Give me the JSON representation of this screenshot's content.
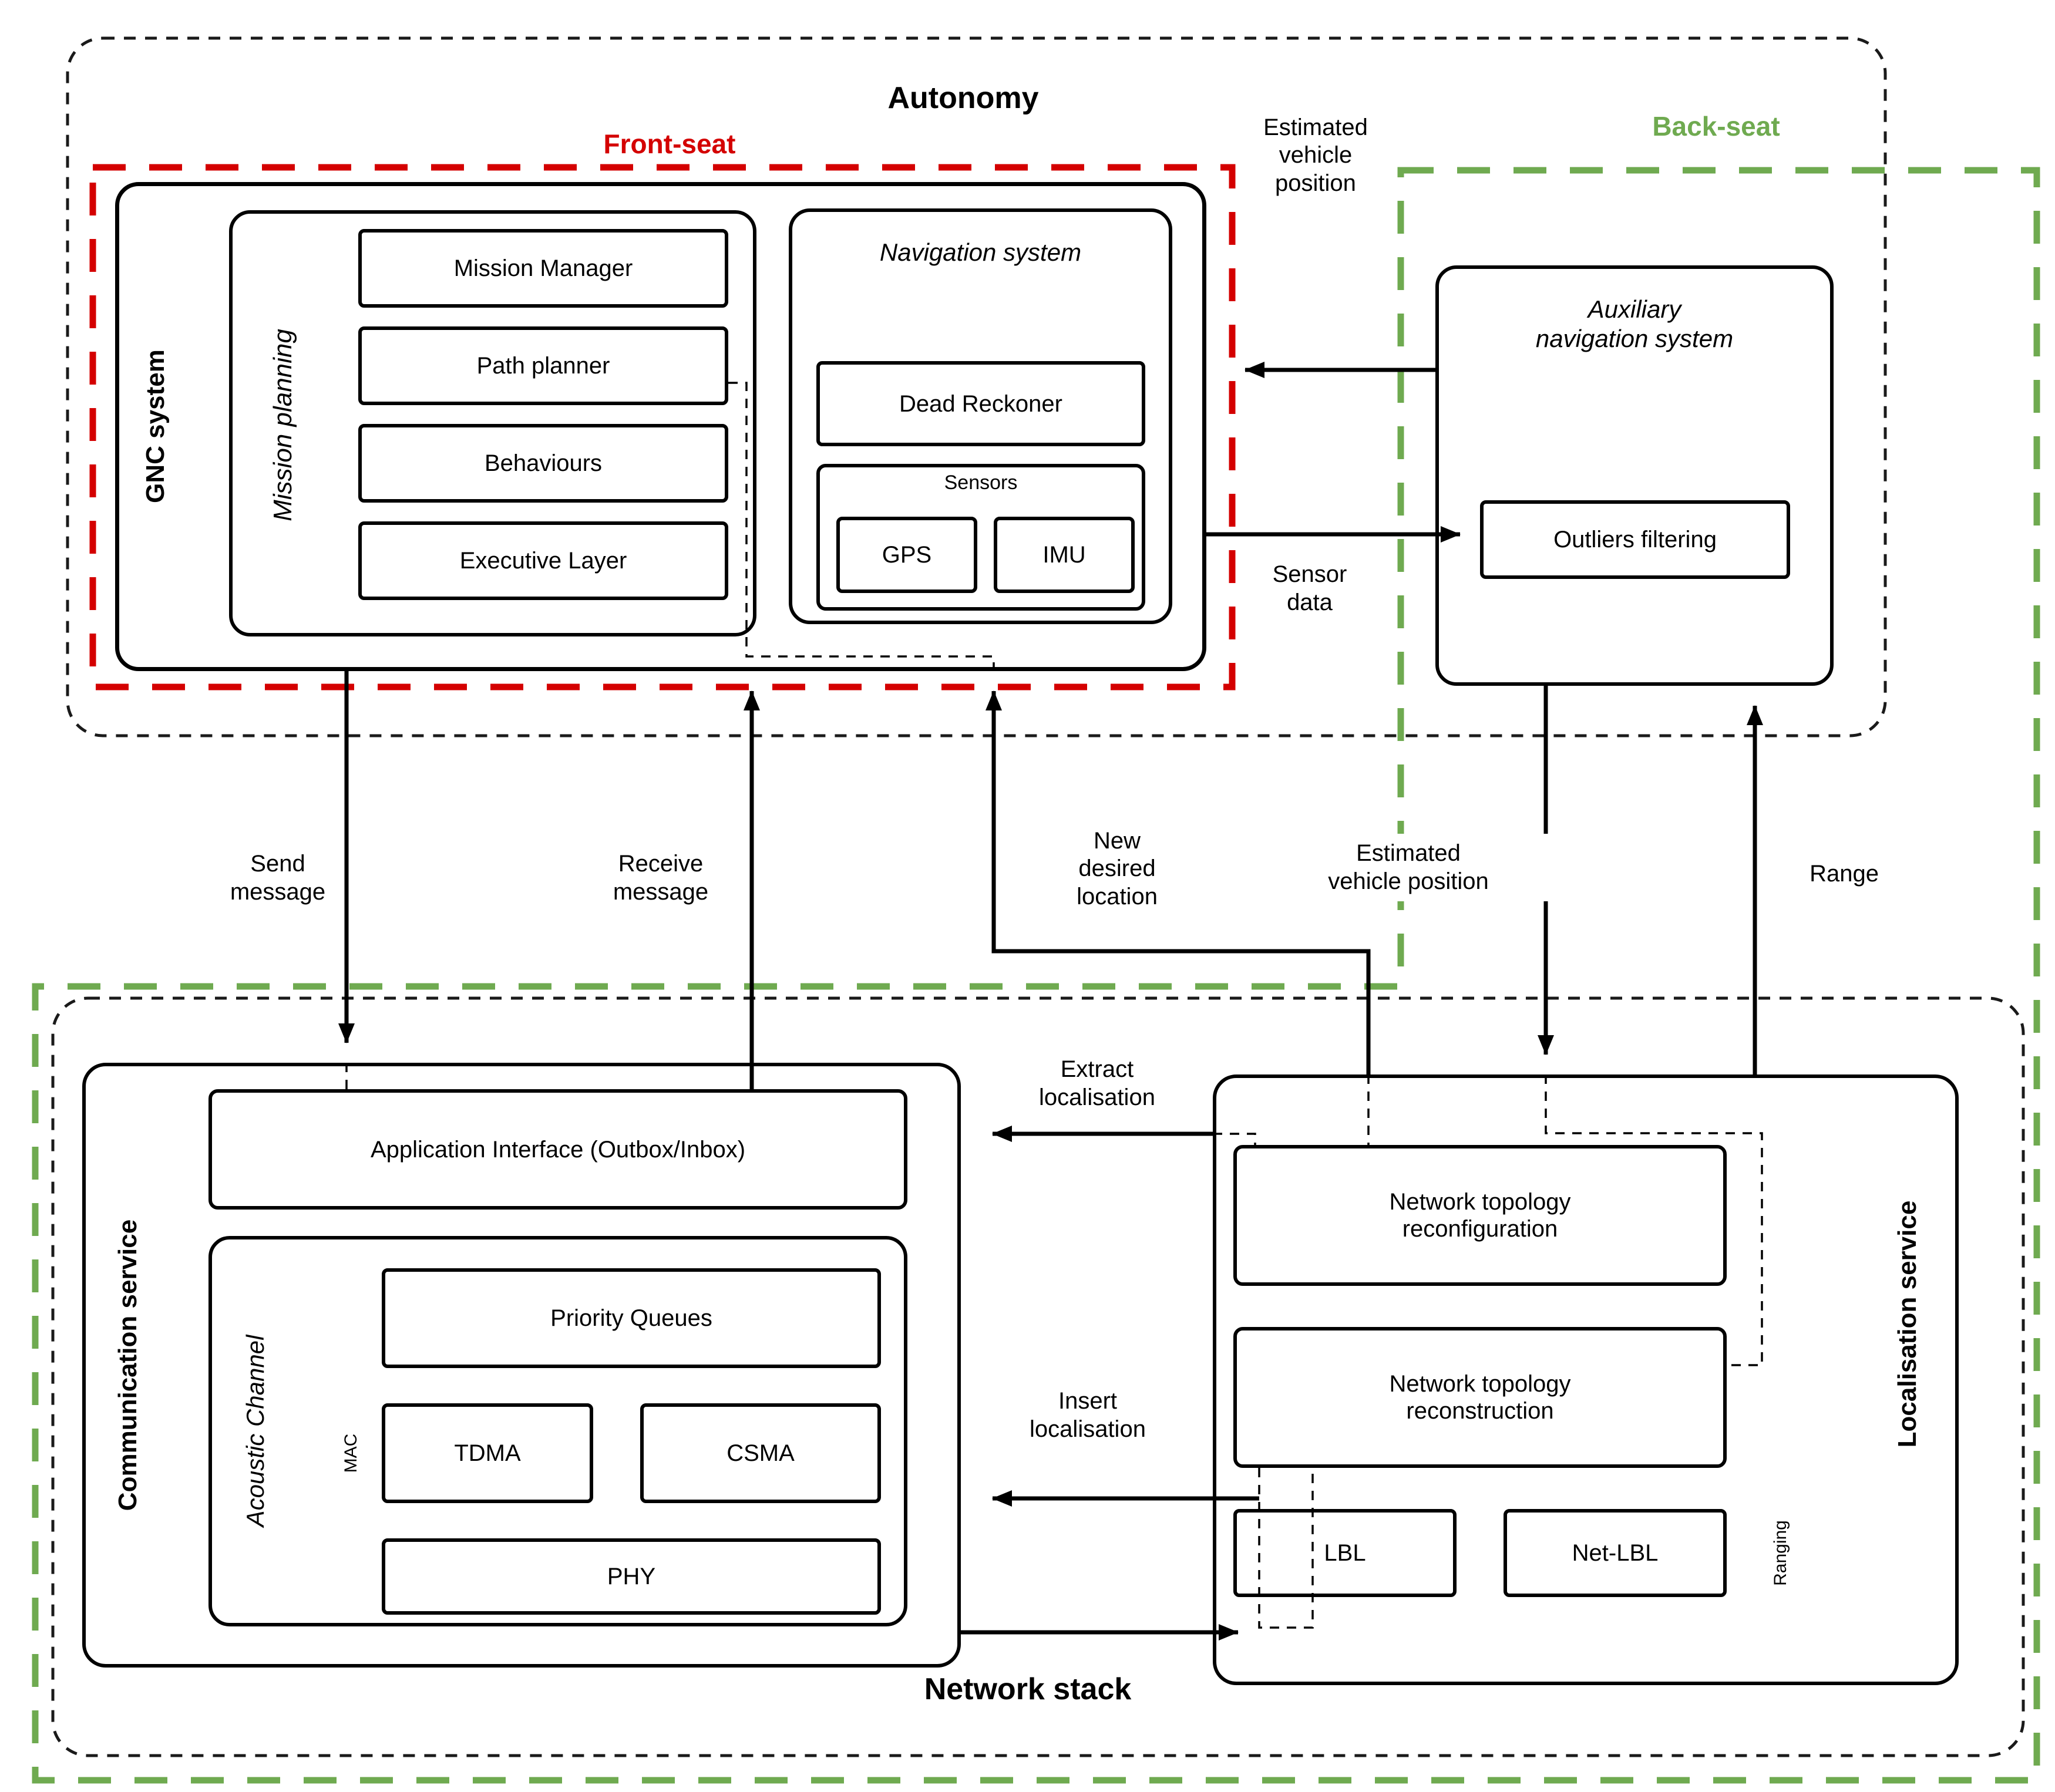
{
  "titles": {
    "autonomy": "Autonomy",
    "network_stack": "Network stack",
    "front_seat": "Front-seat",
    "back_seat": "Back-seat"
  },
  "colors": {
    "front_seat_red": "#d40000",
    "back_seat_green": "#6faa50",
    "line_black": "#000000"
  },
  "gnc": {
    "label": "GNC system",
    "mission_planning": {
      "label": "Mission planning",
      "items": [
        "Mission Manager",
        "Path planner",
        "Behaviours",
        "Executive Layer"
      ]
    }
  },
  "navigation": {
    "title": "Navigation system",
    "dead_reckoner": "Dead Reckoner",
    "sensors_label": "Sensors",
    "sensor_items": [
      "GPS",
      "IMU"
    ]
  },
  "auxiliary": {
    "title": "Auxiliary\nnavigation system",
    "outliers_filtering": "Outliers filtering"
  },
  "communication": {
    "label": "Communication service",
    "app_interface": "Application Interface (Outbox/Inbox)",
    "acoustic_channel": "Acoustic Channel",
    "priority_queues": "Priority Queues",
    "mac": "MAC",
    "tdma": "TDMA",
    "csma": "CSMA",
    "phy": "PHY"
  },
  "localisation": {
    "label": "Localisation service",
    "reconfiguration": "Network topology\nreconfiguration",
    "reconstruction": "Network topology\nreconstruction",
    "lbl": "LBL",
    "net_lbl": "Net-LBL",
    "ranging": "Ranging"
  },
  "connectors": {
    "estimated_vehicle_position_top": "Estimated\nvehicle\nposition",
    "sensor_data": "Sensor\ndata",
    "send_message": "Send\nmessage",
    "receive_message": "Receive\nmessage",
    "new_desired_location": "New\ndesired\nlocation",
    "estimated_vehicle_position_bottom": "Estimated\nvehicle position",
    "range": "Range",
    "extract_localisation": "Extract\nlocalisation",
    "insert_localisation": "Insert\nlocalisation"
  }
}
